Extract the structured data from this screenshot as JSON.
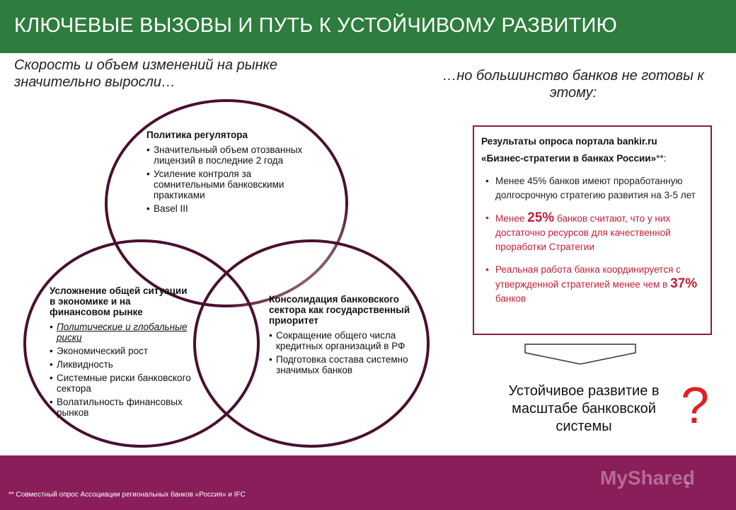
{
  "header": {
    "title": "КЛЮЧЕВЫЕ ВЫЗОВЫ И ПУТЬ К УСТОЙЧИВОМУ РАЗВИТИЮ"
  },
  "subtitle_left": "Скорость и объем изменений на рынке значительно выросли…",
  "subtitle_right": "…но большинство банков не готовы к этому:",
  "circles": {
    "top": {
      "title": "Политика регулятора",
      "items": [
        "Значительный объем отозванных лицензий в последние 2 года",
        "Усиление контроля за сомнительными банковскими практиками",
        "Basel III"
      ]
    },
    "left": {
      "title": "Усложнение общей ситуации в экономике и на финансовом рынке",
      "items": [
        "Политические и глобальные риски",
        "Экономический рост",
        "Ликвидность",
        "Системные риски банковского сектора",
        "Волатильность финансовых рынков"
      ]
    },
    "right": {
      "title": "Консолидация банковского сектора как государственный приоритет",
      "items": [
        "Сокращение общего числа кредитных организаций в РФ",
        "Подготовка состава системно значимых банков"
      ]
    }
  },
  "survey": {
    "head_line1": "Результаты опроса портала bankir.ru",
    "head_line2": "«Бизнес-стратегии в банках России»",
    "head_note": "**:",
    "item1": "Менее 45% банков имеют проработанную долгосрочную стратегию развития на 3-5 лет",
    "item2_pre": "Менее ",
    "item2_big": "25%",
    "item2_post": " банков считают, что у них достаточно ресурсов для качественной проработки Стратегии",
    "item3_pre": "Реальная работа банка координируется с утвержденной стратегией менее чем в ",
    "item3_big": "37%",
    "item3_post": " банков"
  },
  "sustain_text": "Устойчивое развитие в масштабе банковской системы",
  "question_mark": "?",
  "footer": {
    "footnote": "** Совместный опрос Ассоциации региональных банков «Россия» и IFC",
    "page_number": "2",
    "watermark": "MyShared"
  },
  "colors": {
    "header_bg": "#2e7d3e",
    "footer_bg": "#8a1e5a",
    "circle_stroke": "#4a1030",
    "accent_red": "#c0203a"
  }
}
